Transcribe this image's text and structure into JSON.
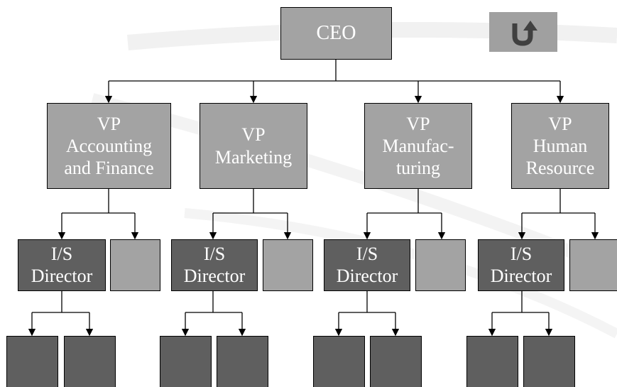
{
  "nav": {
    "return_icon": "u-turn-up-arrow-icon"
  },
  "colors": {
    "light_box": "#a3a3a3",
    "dark_box": "#5f5f5f",
    "text": "#ffffff",
    "connector": "#000000"
  },
  "org_chart": {
    "ceo": {
      "label": "CEO"
    },
    "vps": [
      {
        "label": "VP\nAccounting\nand Finance",
        "director": {
          "label": "I/S\nDirector"
        },
        "has_side_box": true,
        "subordinates": 2
      },
      {
        "label": "VP\nMarketing",
        "director": {
          "label": "I/S\nDirector"
        },
        "has_side_box": true,
        "subordinates": 2
      },
      {
        "label": "VP\nManufac-\nturing",
        "director": {
          "label": "I/S\nDirector"
        },
        "has_side_box": true,
        "subordinates": 2
      },
      {
        "label": "VP\nHuman\nResource",
        "director": {
          "label": "I/S\nDirector"
        },
        "has_side_box": true,
        "subordinates": 2
      }
    ]
  }
}
